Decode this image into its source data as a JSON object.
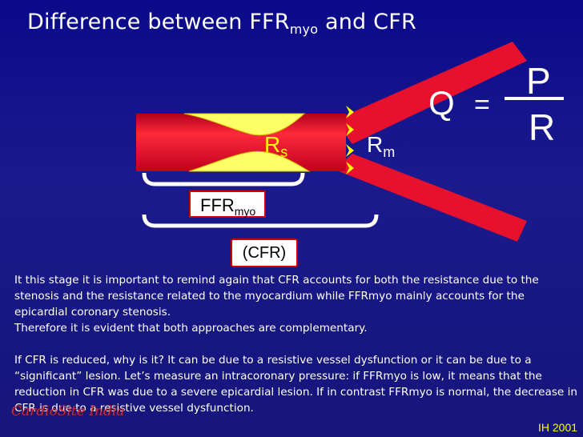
{
  "title": {
    "main": "Difference between  FFR",
    "sub": "myo",
    "tail": " and  CFR"
  },
  "labels": {
    "rs_main": "R",
    "rs_sub": "s",
    "rm_main": "R",
    "rm_sub": "m",
    "q": "Q",
    "equals": "=",
    "p": "P",
    "r": "R"
  },
  "boxes": {
    "ffr_main": "FFR",
    "ffr_sub": "myo",
    "cfr": "(CFR)"
  },
  "body": {
    "p1": "It this stage it is important to remind again that CFR accounts for both the resistance due to the stenosis and the resistance related to the myocardium while FFRmyo mainly accounts for the epicardial coronary stenosis.",
    "p2": "Therefore it is evident that both approaches are complementary.",
    "p3": "If CFR is reduced, why is it? It can be due to a resistive vessel dysfunction or it can be due to a “significant” lesion. Let’s measure an intracoronary pressure: if FFRmyo is low, it means that the reduction in CFR was due to a severe epicardial lesion. If in contrast FFRmyo is normal, the decrease in CFR is due to a resistive vessel dysfunction."
  },
  "logo": "CardioSite India",
  "credit": "IH 2001",
  "colors": {
    "vessel": "#e8112d",
    "stenosis": "#ffff66",
    "bracket": "#ffffff",
    "background": "#1212a0"
  }
}
